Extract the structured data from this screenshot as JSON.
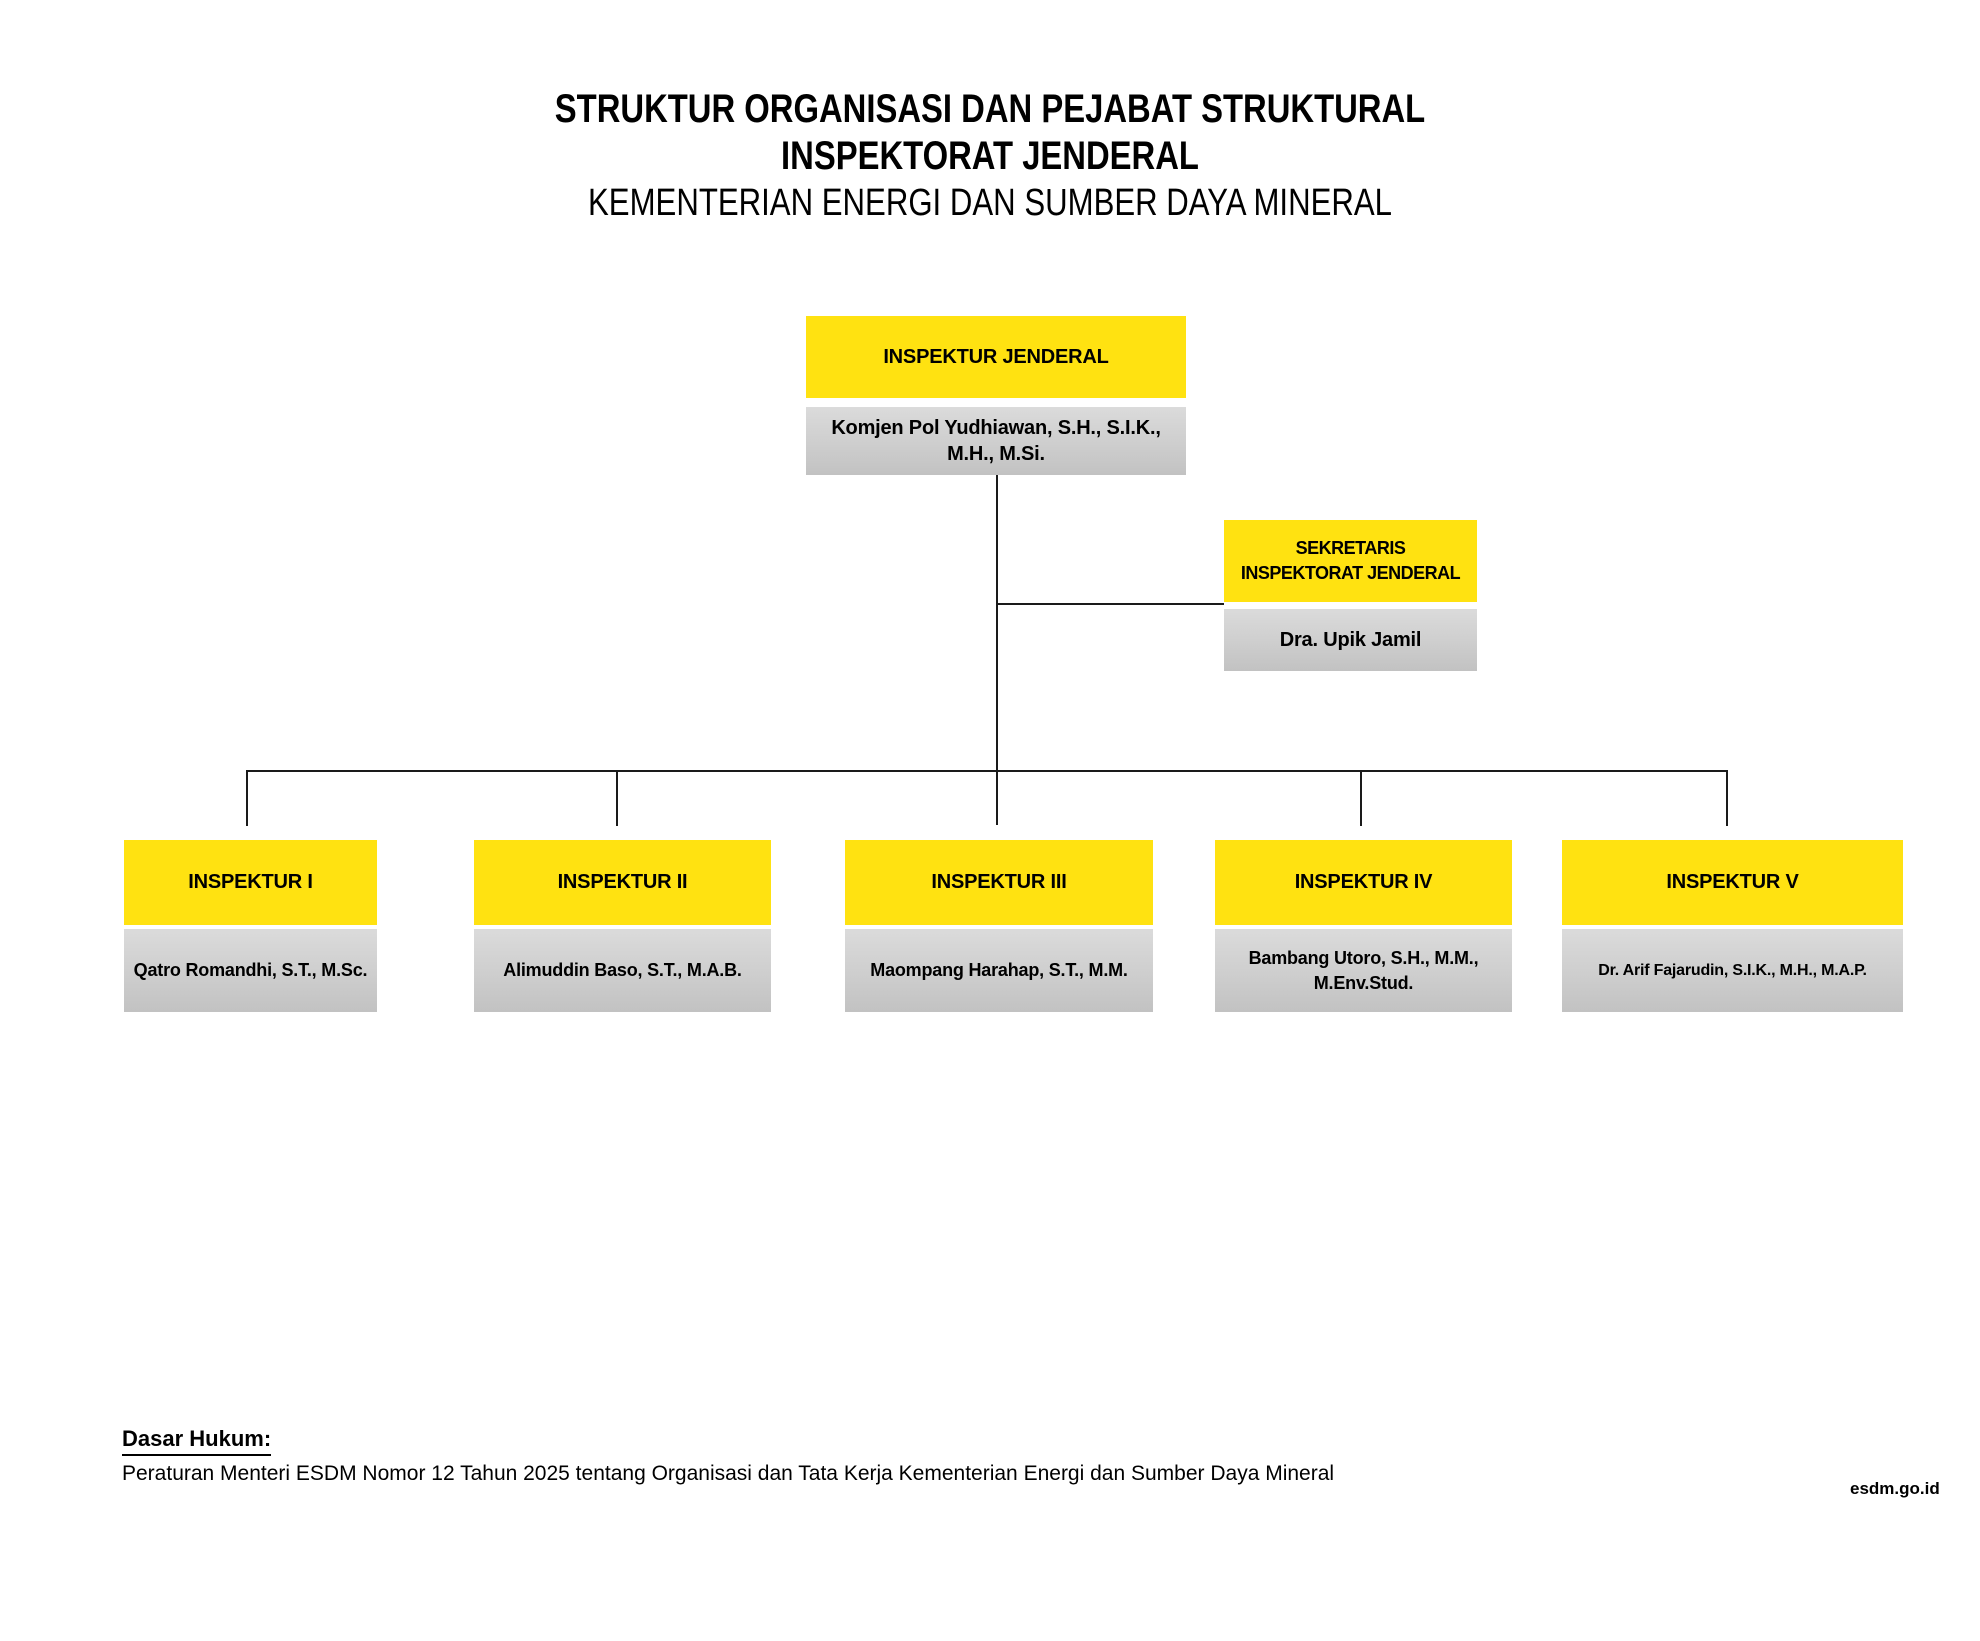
{
  "title": {
    "line1": "STRUKTUR ORGANISASI DAN PEJABAT STRUKTURAL",
    "line2": "INSPEKTORAT JENDERAL",
    "line3": "KEMENTERIAN ENERGI DAN SUMBER DAYA MINERAL"
  },
  "colors": {
    "role_box": "#FFE211",
    "name_box_top": "#DBDBDB",
    "name_box_bottom": "#C2C2C2",
    "connector_line": "#1A1A1A",
    "text": "#000000"
  },
  "org": {
    "root": {
      "role": "INSPEKTUR JENDERAL",
      "name": "Komjen Pol Yudhiawan, S.H., S.I.K., M.H., M.Si."
    },
    "secretary": {
      "role_line1": "SEKRETARIS",
      "role_line2": "INSPEKTORAT JENDERAL",
      "name": "Dra. Upik Jamil"
    },
    "inspectors": [
      {
        "role": "INSPEKTUR I",
        "name": "Qatro Romandhi, S.T., M.Sc."
      },
      {
        "role": "INSPEKTUR II",
        "name": "Alimuddin Baso, S.T., M.A.B."
      },
      {
        "role": "INSPEKTUR III",
        "name": "Maompang Harahap, S.T., M.M."
      },
      {
        "role": "INSPEKTUR IV",
        "name": "Bambang Utoro, S.H., M.M., M.Env.Stud."
      },
      {
        "role": "INSPEKTUR V",
        "name": "Dr. Arif Fajarudin, S.I.K., M.H., M.A.P."
      }
    ]
  },
  "footer": {
    "legal_heading": "Dasar Hukum:",
    "legal_text": "Peraturan Menteri ESDM Nomor 12 Tahun 2025 tentang Organisasi dan Tata Kerja Kementerian Energi dan Sumber Daya Mineral",
    "website": "esdm.go.id"
  }
}
